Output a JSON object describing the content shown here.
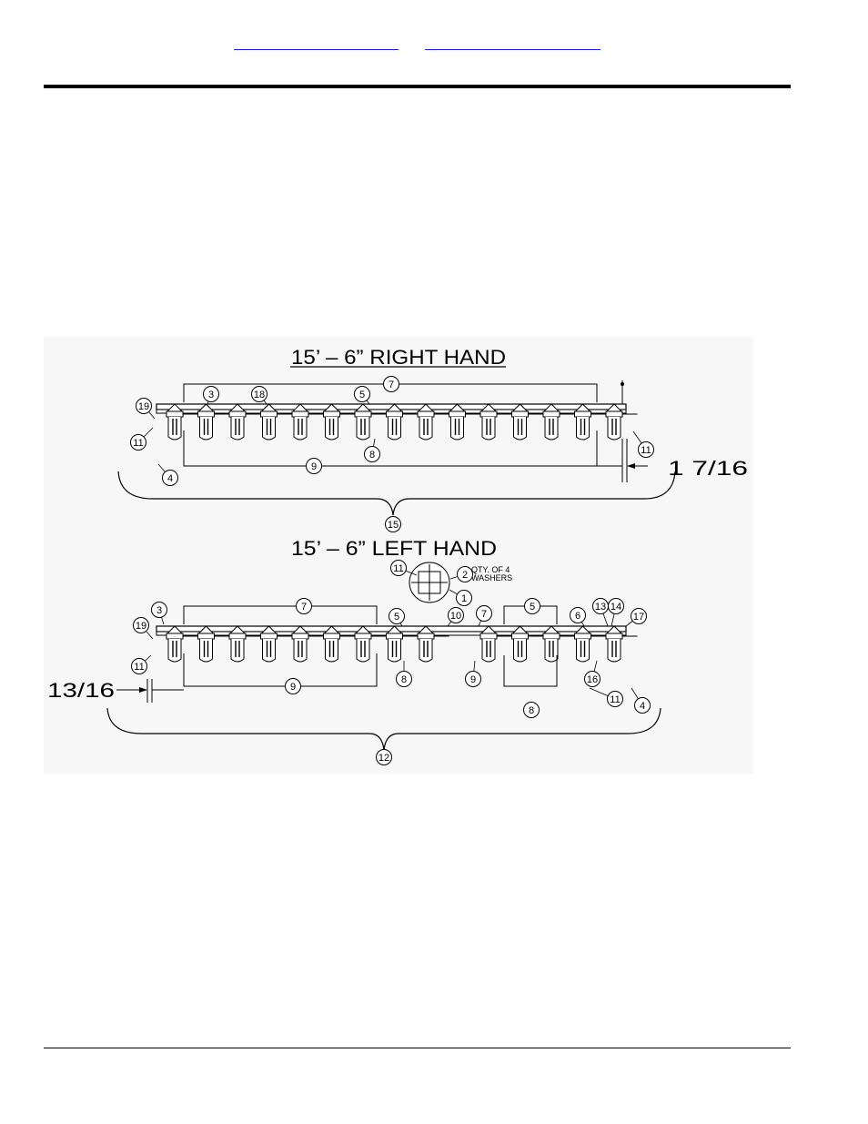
{
  "header": {
    "links": [
      "",
      ""
    ]
  },
  "diagram": {
    "right_hand": {
      "title": "15’ – 6” RIGHT HAND",
      "dimension": "1 7/16",
      "callouts": [
        "7",
        "3",
        "18",
        "5",
        "19",
        "11",
        "11",
        "4",
        "9",
        "8",
        "15"
      ]
    },
    "left_hand": {
      "title": "15’ – 6” LEFT HAND",
      "dimension": "13/16",
      "note_line1": "QTY. OF 4",
      "note_line2": "WASHERS",
      "callouts": [
        "11",
        "2",
        "1",
        "7",
        "3",
        "19",
        "11",
        "5",
        "10",
        "7",
        "5",
        "6",
        "13",
        "14",
        "17",
        "8",
        "9",
        "16",
        "11",
        "4",
        "8",
        "9",
        "12"
      ]
    }
  }
}
